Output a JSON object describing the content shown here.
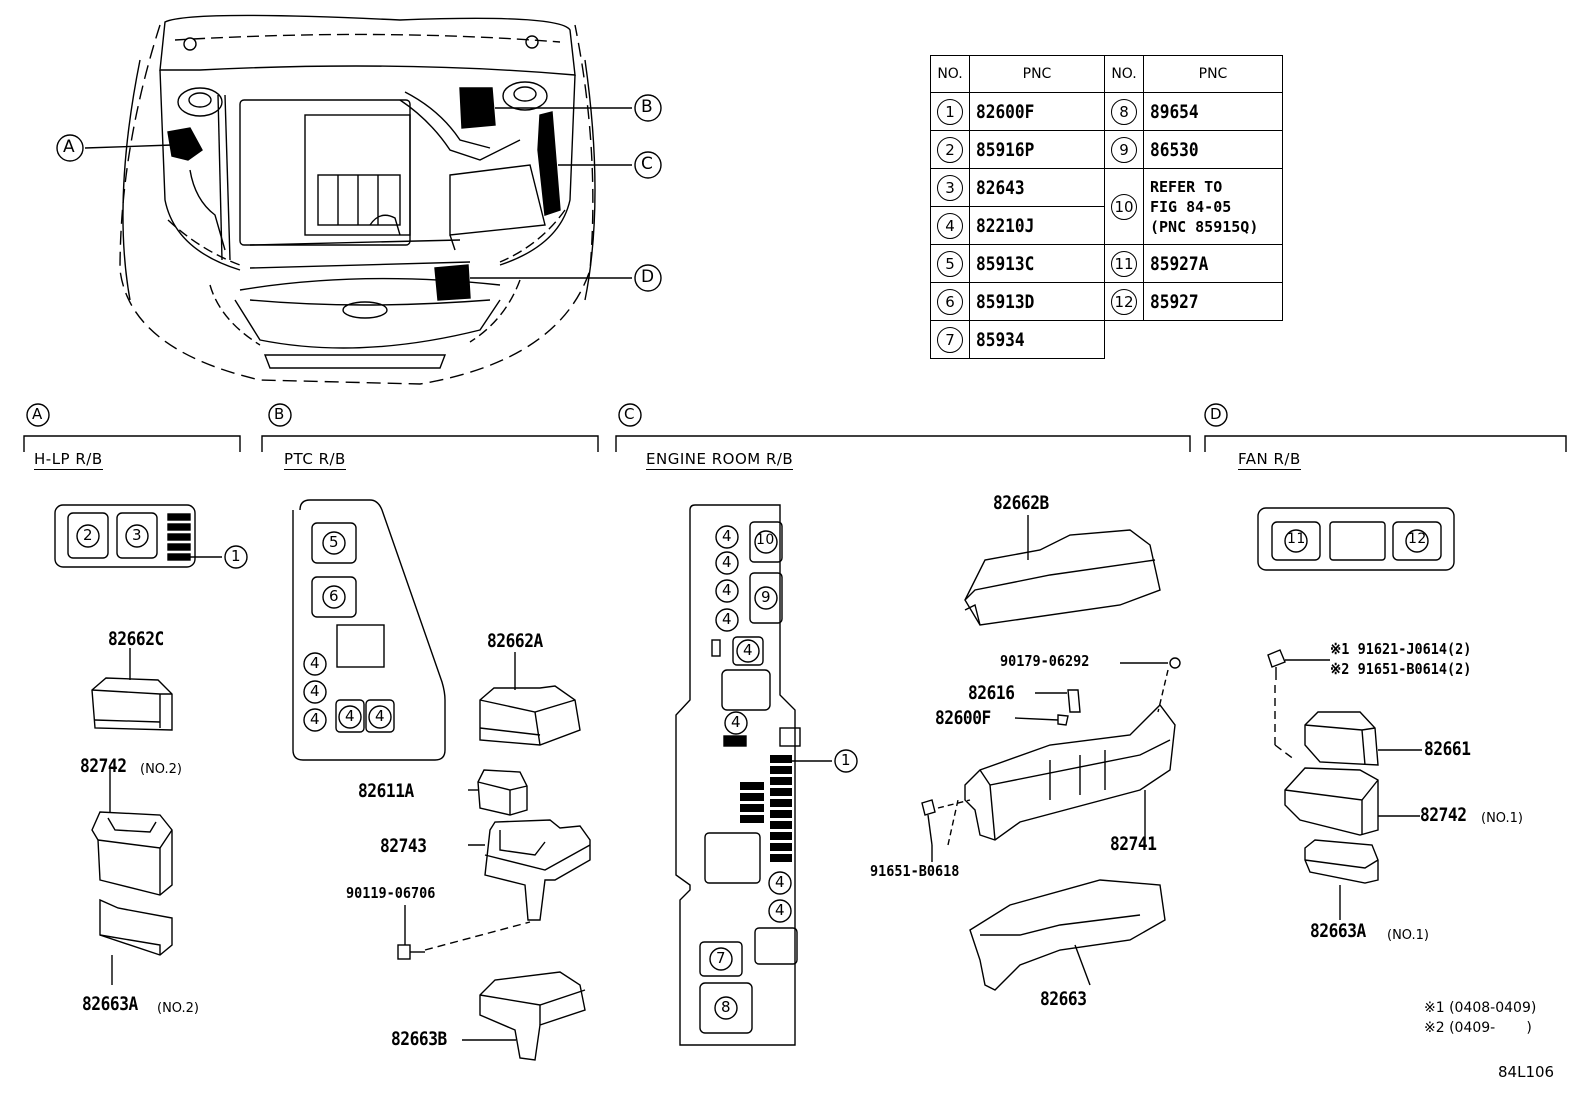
{
  "table": {
    "headers": [
      "NO.",
      "PNC",
      "NO.",
      "PNC"
    ],
    "rows": [
      {
        "no": "1",
        "pnc": "82600F",
        "no2": "8",
        "pnc2": "89654"
      },
      {
        "no": "2",
        "pnc": "85916P",
        "no2": "9",
        "pnc2": "86530"
      },
      {
        "no": "3",
        "pnc": "82643"
      },
      {
        "no": "4",
        "pnc": "82210J"
      },
      {
        "no": "5",
        "pnc": "85913C",
        "no2": "11",
        "pnc2": "85927A"
      },
      {
        "no": "6",
        "pnc": "85913D",
        "no2": "12",
        "pnc2": "85927"
      },
      {
        "no": "7",
        "pnc": "85934"
      }
    ],
    "ref_no": "10",
    "ref_lines": [
      "REFER TO",
      "FIG 84-05",
      "(PNC 85915Q)"
    ]
  },
  "callouts_top": [
    "A",
    "B",
    "C",
    "D"
  ],
  "sections": [
    {
      "letter": "A",
      "title": "H-LP R/B"
    },
    {
      "letter": "B",
      "title": "PTC R/B"
    },
    {
      "letter": "C",
      "title": "ENGINE ROOM R/B"
    },
    {
      "letter": "D",
      "title": "FAN R/B"
    }
  ],
  "parts": {
    "a_cover": "82662C",
    "a_block": "82742",
    "a_block_note": "(NO.2)",
    "a_lower": "82663A",
    "a_lower_note": "(NO.2)",
    "b_cover": "82662A",
    "b_relay": "82611A",
    "b_block": "82743",
    "b_bolt": "90119-06706",
    "b_lower": "82663B",
    "c_cover": "82662B",
    "c_bolt_top": "90179-06292",
    "c_part1": "82616",
    "c_part2": "82600F",
    "c_bolt_left": "91651-B0618",
    "c_block": "82741",
    "c_lower": "82663",
    "d_bolt1": "※1 91621-J0614(2)",
    "d_bolt2": "※2 91651-B0614(2)",
    "d_cover": "82661",
    "d_block": "82742",
    "d_block_note": "(NO.1)",
    "d_lower": "82663A",
    "d_lower_note": "(NO.1)"
  },
  "box_numbers": {
    "a": [
      "2",
      "3",
      "1"
    ],
    "b": [
      "5",
      "6",
      "4",
      "4",
      "4",
      "4",
      "4"
    ],
    "c": [
      "4",
      "4",
      "4",
      "4",
      "10",
      "9",
      "4",
      "4",
      "1",
      "4",
      "4",
      "7",
      "8"
    ],
    "d": [
      "11",
      "12"
    ]
  },
  "notes": [
    "※1 (0408-0409)",
    "※2 (0409-       )"
  ],
  "fig_id": "84L106"
}
